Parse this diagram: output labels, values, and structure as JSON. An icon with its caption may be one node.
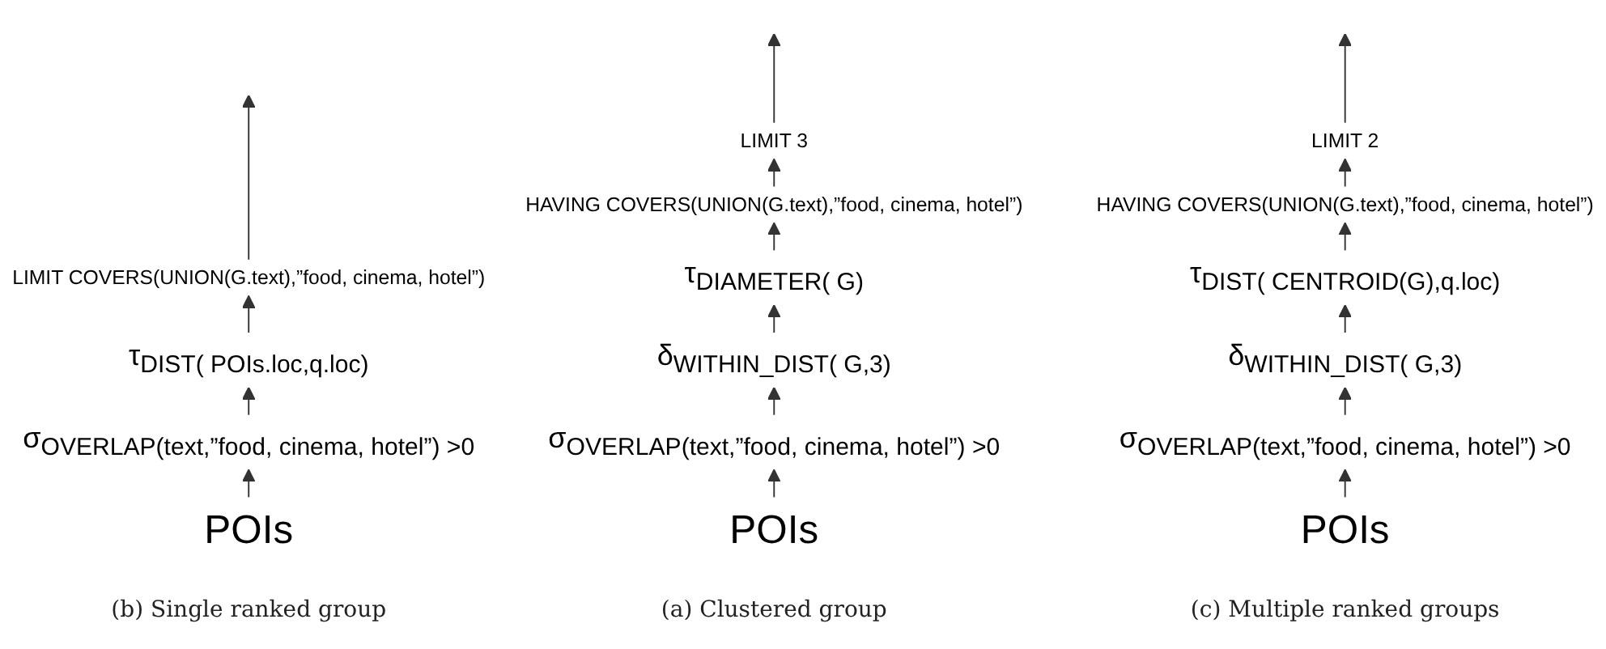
{
  "diagram": {
    "nodes": [
      {
        "text": [
          "POIs"
        ]
      },
      {
        "text": [
          "σ$_{OVERLAP(text,”food, cinema, hotel”) >0}$"
        ]
      },
      {
        "text": [
          "δ$_{WITHIN_DIST( G,3)}$"
        ]
      },
      {
        "text": [
          "τ$_{DIAMETER( G)}$"
        ]
      },
      {
        "text": [
          "HAVING COVERS(UNION(G.text),”food, cinema, hotel”)"
        ]
      },
      {
        "text": [
          "LIMIT 3"
        ]
      },
      {
        "text": [
          "POIs"
        ]
      },
      {
        "text": [
          "σ$_{OVERLAP(text,”food, cinema, hotel”) >0}$"
        ]
      },
      {
        "text": [
          "τ$_{DIST( POIs.loc,q.loc)}$"
        ]
      },
      {
        "text": [
          "LIMIT COVERS(UNION(G.text),”food, cinema, hotel”)"
        ]
      },
      {
        "text": [
          "POIs"
        ]
      },
      {
        "text": [
          "σ$_{OVERLAP(text,”food, cinema, hotel”) >0}$"
        ]
      },
      {
        "text": [
          "δ$_{WITHIN_DIST( G,3)}$"
        ]
      },
      {
        "text": [
          "τ$_{DIST( CENTROID(G),q.loc)}$"
        ]
      },
      {
        "text": [
          "HAVING COVERS(UNION(G.text),”food, cinema, hotel”)"
        ]
      },
      {
        "text": [
          "LIMIT 2"
        ]
      }
    ],
    "edges": [
      {
        "from": 0,
        "to": 1,
        "arrow": "to"
      },
      {
        "from": 1,
        "to": 2,
        "arrow": "to"
      },
      {
        "from": 2,
        "to": 3,
        "arrow": "to"
      },
      {
        "from": 3,
        "to": 4,
        "arrow": "to"
      },
      {
        "from": 4,
        "to": 5,
        "arrow": "to"
      },
      {
        "from": 5,
        "to": null,
        "arrow": "to"
      },
      {
        "from": 6,
        "to": 7,
        "arrow": "to"
      },
      {
        "from": 7,
        "to": 8,
        "arrow": "to"
      },
      {
        "from": 8,
        "to": 9,
        "arrow": "to"
      },
      {
        "from": 9,
        "to": null,
        "arrow": "to"
      },
      {
        "from": 10,
        "to": 11,
        "arrow": "to"
      },
      {
        "from": 11,
        "to": 12,
        "arrow": "to"
      },
      {
        "from": 12,
        "to": 13,
        "arrow": "to"
      },
      {
        "from": 13,
        "to": 14,
        "arrow": "to"
      },
      {
        "from": 14,
        "to": 15,
        "arrow": "to"
      },
      {
        "from": 15,
        "to": null,
        "arrow": "to"
      }
    ],
    "labels": [
      "(a) Clustered group",
      "(b) Single ranked group",
      "(c) Multiple ranked groups"
    ]
  }
}
